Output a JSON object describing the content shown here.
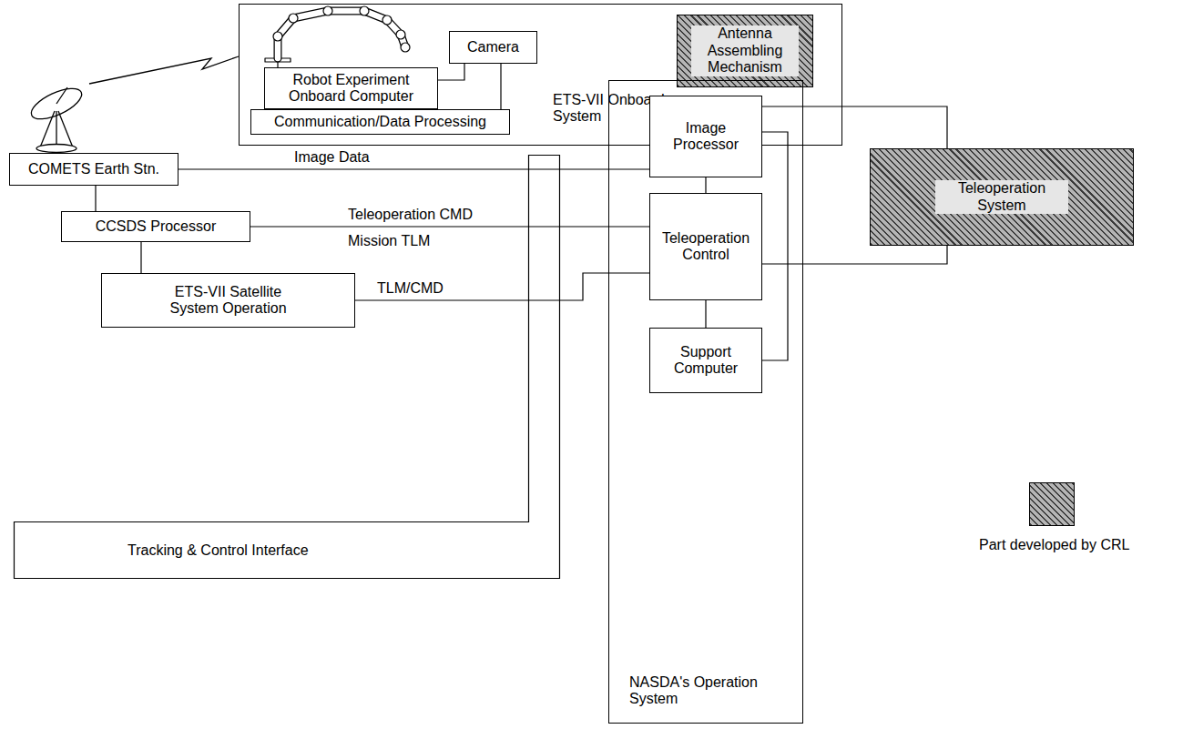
{
  "diagram": {
    "nodes": [
      {
        "text": [
          "ETS-VII Onboard System"
        ]
      },
      {
        "text": [
          "Camera"
        ],
        "in": 0
      },
      {
        "text": [
          "Antenna Assembling Mechanism"
        ],
        "in": 0
      },
      {
        "text": [
          "Robot Experiment Onboard Computer"
        ],
        "in": 0
      },
      {
        "text": [
          "Communication/Data Processing"
        ],
        "in": 0
      },
      {
        "text": [
          "COMETS Earth Stn."
        ]
      },
      {
        "text": [
          "NASDA's Operation System"
        ]
      },
      {
        "text": [
          "Image Processor"
        ],
        "in": 6
      },
      {
        "text": [
          "Teleoperation Control"
        ],
        "in": 6
      },
      {
        "text": [
          "Support Computer"
        ],
        "in": 6
      },
      {
        "text": [
          "Teleoperation System"
        ]
      },
      {
        "text": [
          "CCSDS Processor"
        ]
      },
      {
        "text": [
          "ETS-VII Satellite System Operation"
        ]
      },
      {
        "text": [
          "Tracking & Control Interface"
        ]
      }
    ],
    "edges": [
      {
        "from": 3,
        "to": 1,
        "arrow": "none"
      },
      {
        "from": 1,
        "to": 4,
        "arrow": "none"
      },
      {
        "from": 5,
        "to": 7,
        "label": "Image Data",
        "arrow": "none"
      },
      {
        "from": 5,
        "to": 11,
        "arrow": "none"
      },
      {
        "from": 11,
        "to": 8,
        "label": "Teleoperation CMD",
        "arrow": "none"
      },
      {
        "from": 11,
        "to": 12,
        "arrow": "none"
      },
      {
        "from": 12,
        "to": 8,
        "label": "TLM/CMD",
        "arrow": "none"
      },
      {
        "from": 7,
        "to": 8,
        "arrow": "none"
      },
      {
        "from": 8,
        "to": 9,
        "arrow": "none"
      },
      {
        "from": 7,
        "to": 9,
        "arrow": "none"
      },
      {
        "from": 7,
        "to": 10,
        "arrow": "none"
      },
      {
        "from": 8,
        "to": 10,
        "arrow": "none"
      }
    ],
    "labels": [
      "Mission TLM"
    ],
    "legend": [
      {
        "text": "Part developed by CRL"
      }
    ]
  }
}
